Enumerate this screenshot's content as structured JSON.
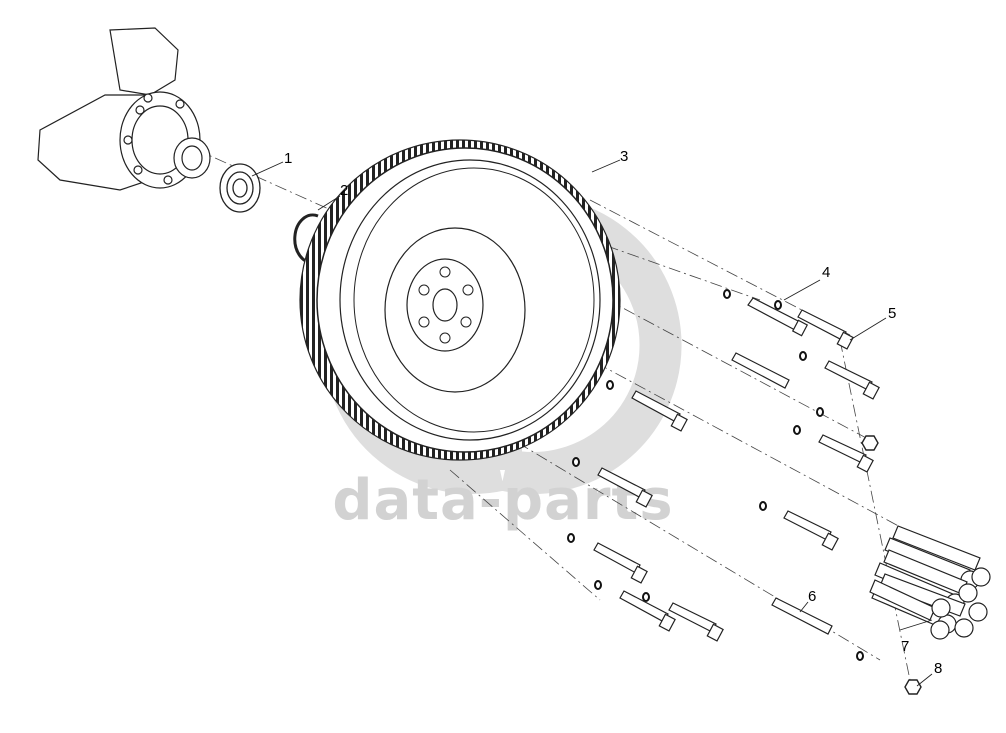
{
  "watermark": {
    "text": "data-parts"
  },
  "callouts": [
    {
      "id": "c1",
      "label": "1"
    },
    {
      "id": "c2",
      "label": "2"
    },
    {
      "id": "c3",
      "label": "3"
    },
    {
      "id": "c4",
      "label": "4"
    },
    {
      "id": "c5",
      "label": "5"
    },
    {
      "id": "c6",
      "label": "6"
    },
    {
      "id": "c7",
      "label": "7"
    },
    {
      "id": "c8",
      "label": "8"
    }
  ]
}
